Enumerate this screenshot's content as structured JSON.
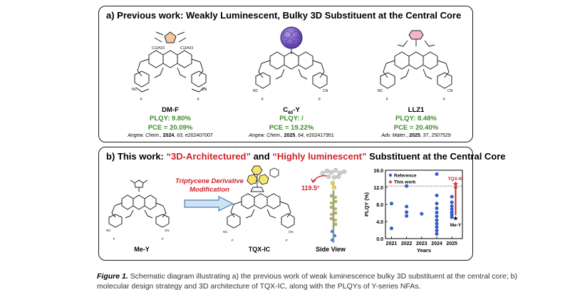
{
  "panel_a": {
    "title": "a) Previous work: Weakly Luminescent, Bulky 3D Substituent at the Central Core",
    "molecules": [
      {
        "name": "DM-F",
        "plqy": "PLQY: 9.80%",
        "pce": "PCE = 20.09%",
        "ref_journal": "Angew. Chem.",
        "ref_year": "2024",
        "ref_vol": "63",
        "ref_id": "e202407007"
      },
      {
        "name": "C60-Y",
        "name_main": "C",
        "name_sub": "60",
        "name_suffix": "-Y",
        "plqy": "PLQY: /",
        "pce": "PCE = 19.22%",
        "ref_journal": "Angew. Chem.",
        "ref_year": "2025",
        "ref_vol": "64",
        "ref_id": "e202417951"
      },
      {
        "name": "LLZ1",
        "plqy": "PLQY: 8.48%",
        "pce": "PCE = 20.40%",
        "ref_journal": "Adv. Mater.",
        "ref_year": "2025",
        "ref_vol": "37",
        "ref_id": "2507529"
      }
    ]
  },
  "panel_b": {
    "title_prefix": "b) This work: ",
    "title_q1": "“3D-Architectured”",
    "title_mid": " and ",
    "title_q2": "“Highly luminescent”",
    "title_suffix": " Substituent at the Central Core",
    "arrow_label_line1": "Triptycene Derivative",
    "arrow_label_line2": "Modification",
    "mol_left": "Me-Y",
    "mol_right": "TQX-IC",
    "side_view_label": "Side View",
    "angle_label": "119.5°"
  },
  "chart_data": {
    "type": "scatter",
    "ylabel": "PLQY (%)",
    "xlabel": "Years",
    "ylim": [
      0,
      16
    ],
    "yticks": [
      "0.0",
      "4.0",
      "8.0",
      "12.0",
      "16.0"
    ],
    "xticks": [
      "2021",
      "2022",
      "2023",
      "2024",
      "2025"
    ],
    "legend": [
      "Reference",
      "This work"
    ],
    "legend_position": "top-left",
    "series": [
      {
        "name": "Reference",
        "points": [
          {
            "x": 2021,
            "y": 8.2
          },
          {
            "x": 2021,
            "y": 2.4
          },
          {
            "x": 2022,
            "y": 12.3
          },
          {
            "x": 2022,
            "y": 7.5
          },
          {
            "x": 2022,
            "y": 6.2
          },
          {
            "x": 2022,
            "y": 5.3
          },
          {
            "x": 2023,
            "y": 5.8
          },
          {
            "x": 2024,
            "y": 15.1
          },
          {
            "x": 2024,
            "y": 10.1
          },
          {
            "x": 2024,
            "y": 8.2
          },
          {
            "x": 2024,
            "y": 7.1
          },
          {
            "x": 2024,
            "y": 6.1
          },
          {
            "x": 2024,
            "y": 5.2
          },
          {
            "x": 2024,
            "y": 4.3
          },
          {
            "x": 2024,
            "y": 3.5
          },
          {
            "x": 2024,
            "y": 2.7
          },
          {
            "x": 2024,
            "y": 1.9
          },
          {
            "x": 2024,
            "y": 1.1
          },
          {
            "x": 2025,
            "y": 9.8
          },
          {
            "x": 2025,
            "y": 8.5
          },
          {
            "x": 2025,
            "y": 7.6
          },
          {
            "x": 2025,
            "y": 6.9
          },
          {
            "x": 2025,
            "y": 6.2
          },
          {
            "x": 2025,
            "y": 5.6
          },
          {
            "x": 2025,
            "y": 5.0
          }
        ]
      },
      {
        "name": "This work",
        "points": [
          {
            "x": 2025.25,
            "y": 12.8,
            "label": "TQX-IC"
          }
        ]
      }
    ],
    "extra_points": [
      {
        "x": 2025.25,
        "y": 4.8,
        "label": "Me-Y"
      }
    ],
    "reference_line_y": 12.3
  },
  "caption": {
    "figure_label": "Figure 1.",
    "text": " Schematic diagram illustrating a) the previous work of weak luminescence bulky 3D substituent at the central core; b) molecular design strategy and 3D architecture of TQX-IC, along with the PLQYs of Y-series NFAs."
  }
}
